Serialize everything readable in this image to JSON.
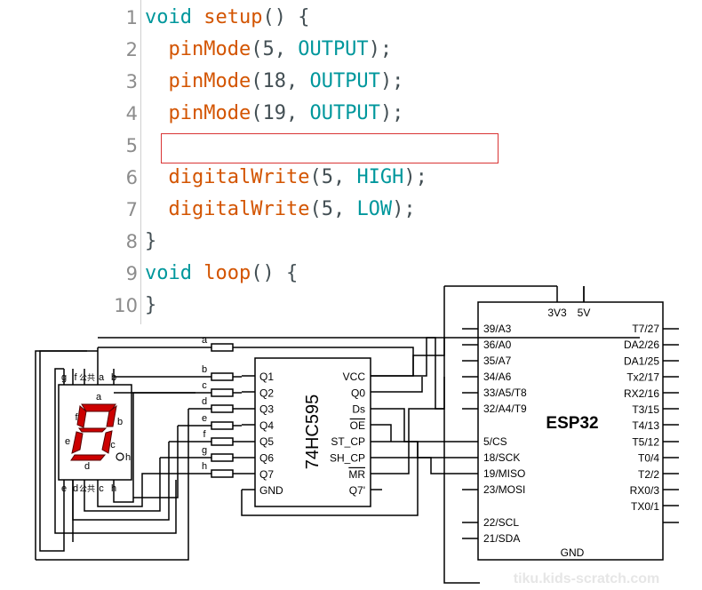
{
  "code": {
    "lines": [
      {
        "n": "1",
        "t": [
          [
            "kw",
            "void"
          ],
          [
            "pn",
            " "
          ],
          [
            "fn",
            "setup"
          ],
          [
            "pn",
            "() {"
          ]
        ]
      },
      {
        "n": "2",
        "t": [
          [
            "pn",
            "  "
          ],
          [
            "fn",
            "pinMode"
          ],
          [
            "pn",
            "(5, "
          ],
          [
            "cs",
            "OUTPUT"
          ],
          [
            "pn",
            ");"
          ]
        ]
      },
      {
        "n": "3",
        "t": [
          [
            "pn",
            "  "
          ],
          [
            "fn",
            "pinMode"
          ],
          [
            "pn",
            "(18, "
          ],
          [
            "cs",
            "OUTPUT"
          ],
          [
            "pn",
            ");"
          ]
        ]
      },
      {
        "n": "4",
        "t": [
          [
            "pn",
            "  "
          ],
          [
            "fn",
            "pinMode"
          ],
          [
            "pn",
            "(19, "
          ],
          [
            "cs",
            "OUTPUT"
          ],
          [
            "pn",
            ");"
          ]
        ]
      },
      {
        "n": "5",
        "t": []
      },
      {
        "n": "6",
        "t": [
          [
            "pn",
            "  "
          ],
          [
            "fn",
            "digitalWrite"
          ],
          [
            "pn",
            "(5, "
          ],
          [
            "cs",
            "HIGH"
          ],
          [
            "pn",
            ");"
          ]
        ]
      },
      {
        "n": "7",
        "t": [
          [
            "pn",
            "  "
          ],
          [
            "fn",
            "digitalWrite"
          ],
          [
            "pn",
            "(5, "
          ],
          [
            "cs",
            "LOW"
          ],
          [
            "pn",
            ");"
          ]
        ]
      },
      {
        "n": "8",
        "t": [
          [
            "pn",
            "}"
          ]
        ]
      },
      {
        "n": "9",
        "t": [
          [
            "kw",
            "void"
          ],
          [
            "pn",
            " "
          ],
          [
            "fn",
            "loop"
          ],
          [
            "pn",
            "() {"
          ]
        ]
      },
      {
        "n": "10",
        "t": [
          [
            "pn",
            "}"
          ]
        ]
      }
    ]
  },
  "seven_segment": {
    "top_pins": [
      "g",
      "f",
      "公共",
      "a",
      "b"
    ],
    "bottom_pins": [
      "e",
      "d",
      "公共",
      "c",
      "h"
    ],
    "segment_labels": {
      "a": "a",
      "b": "b",
      "c": "c",
      "d": "d",
      "e": "e",
      "f": "f",
      "g": "g",
      "h": "h"
    },
    "digit_color": "#cc0000"
  },
  "shift_register": {
    "name": "74HC595",
    "left_pins": [
      "Q1",
      "Q2",
      "Q3",
      "Q4",
      "Q5",
      "Q6",
      "Q7",
      "GND"
    ],
    "right_pins": [
      "VCC",
      "Q0",
      "Ds",
      "OE",
      "ST_CP",
      "SH_CP",
      "MR",
      "Q7'"
    ],
    "wire_labels": [
      "a",
      "b",
      "c",
      "d",
      "e",
      "f",
      "g",
      "h"
    ]
  },
  "esp32": {
    "name": "ESP32",
    "top_pins": [
      "3V3",
      "5V"
    ],
    "left_pins": [
      "39/A3",
      "36/A0",
      "35/A7",
      "34/A6",
      "33/A5/T8",
      "32/A4/T9",
      "5/CS",
      "18/SCK",
      "19/MISO",
      "23/MOSI",
      "22/SCL",
      "21/SDA"
    ],
    "right_pins": [
      "T7/27",
      "DA2/26",
      "DA1/25",
      "Tx2/17",
      "RX2/16",
      "T3/15",
      "T4/13",
      "T5/12",
      "T0/4",
      "T2/2",
      "RX0/3",
      "TX0/1"
    ],
    "bottom_pin": "GND"
  },
  "watermark": "tiku.kids-scratch.com"
}
